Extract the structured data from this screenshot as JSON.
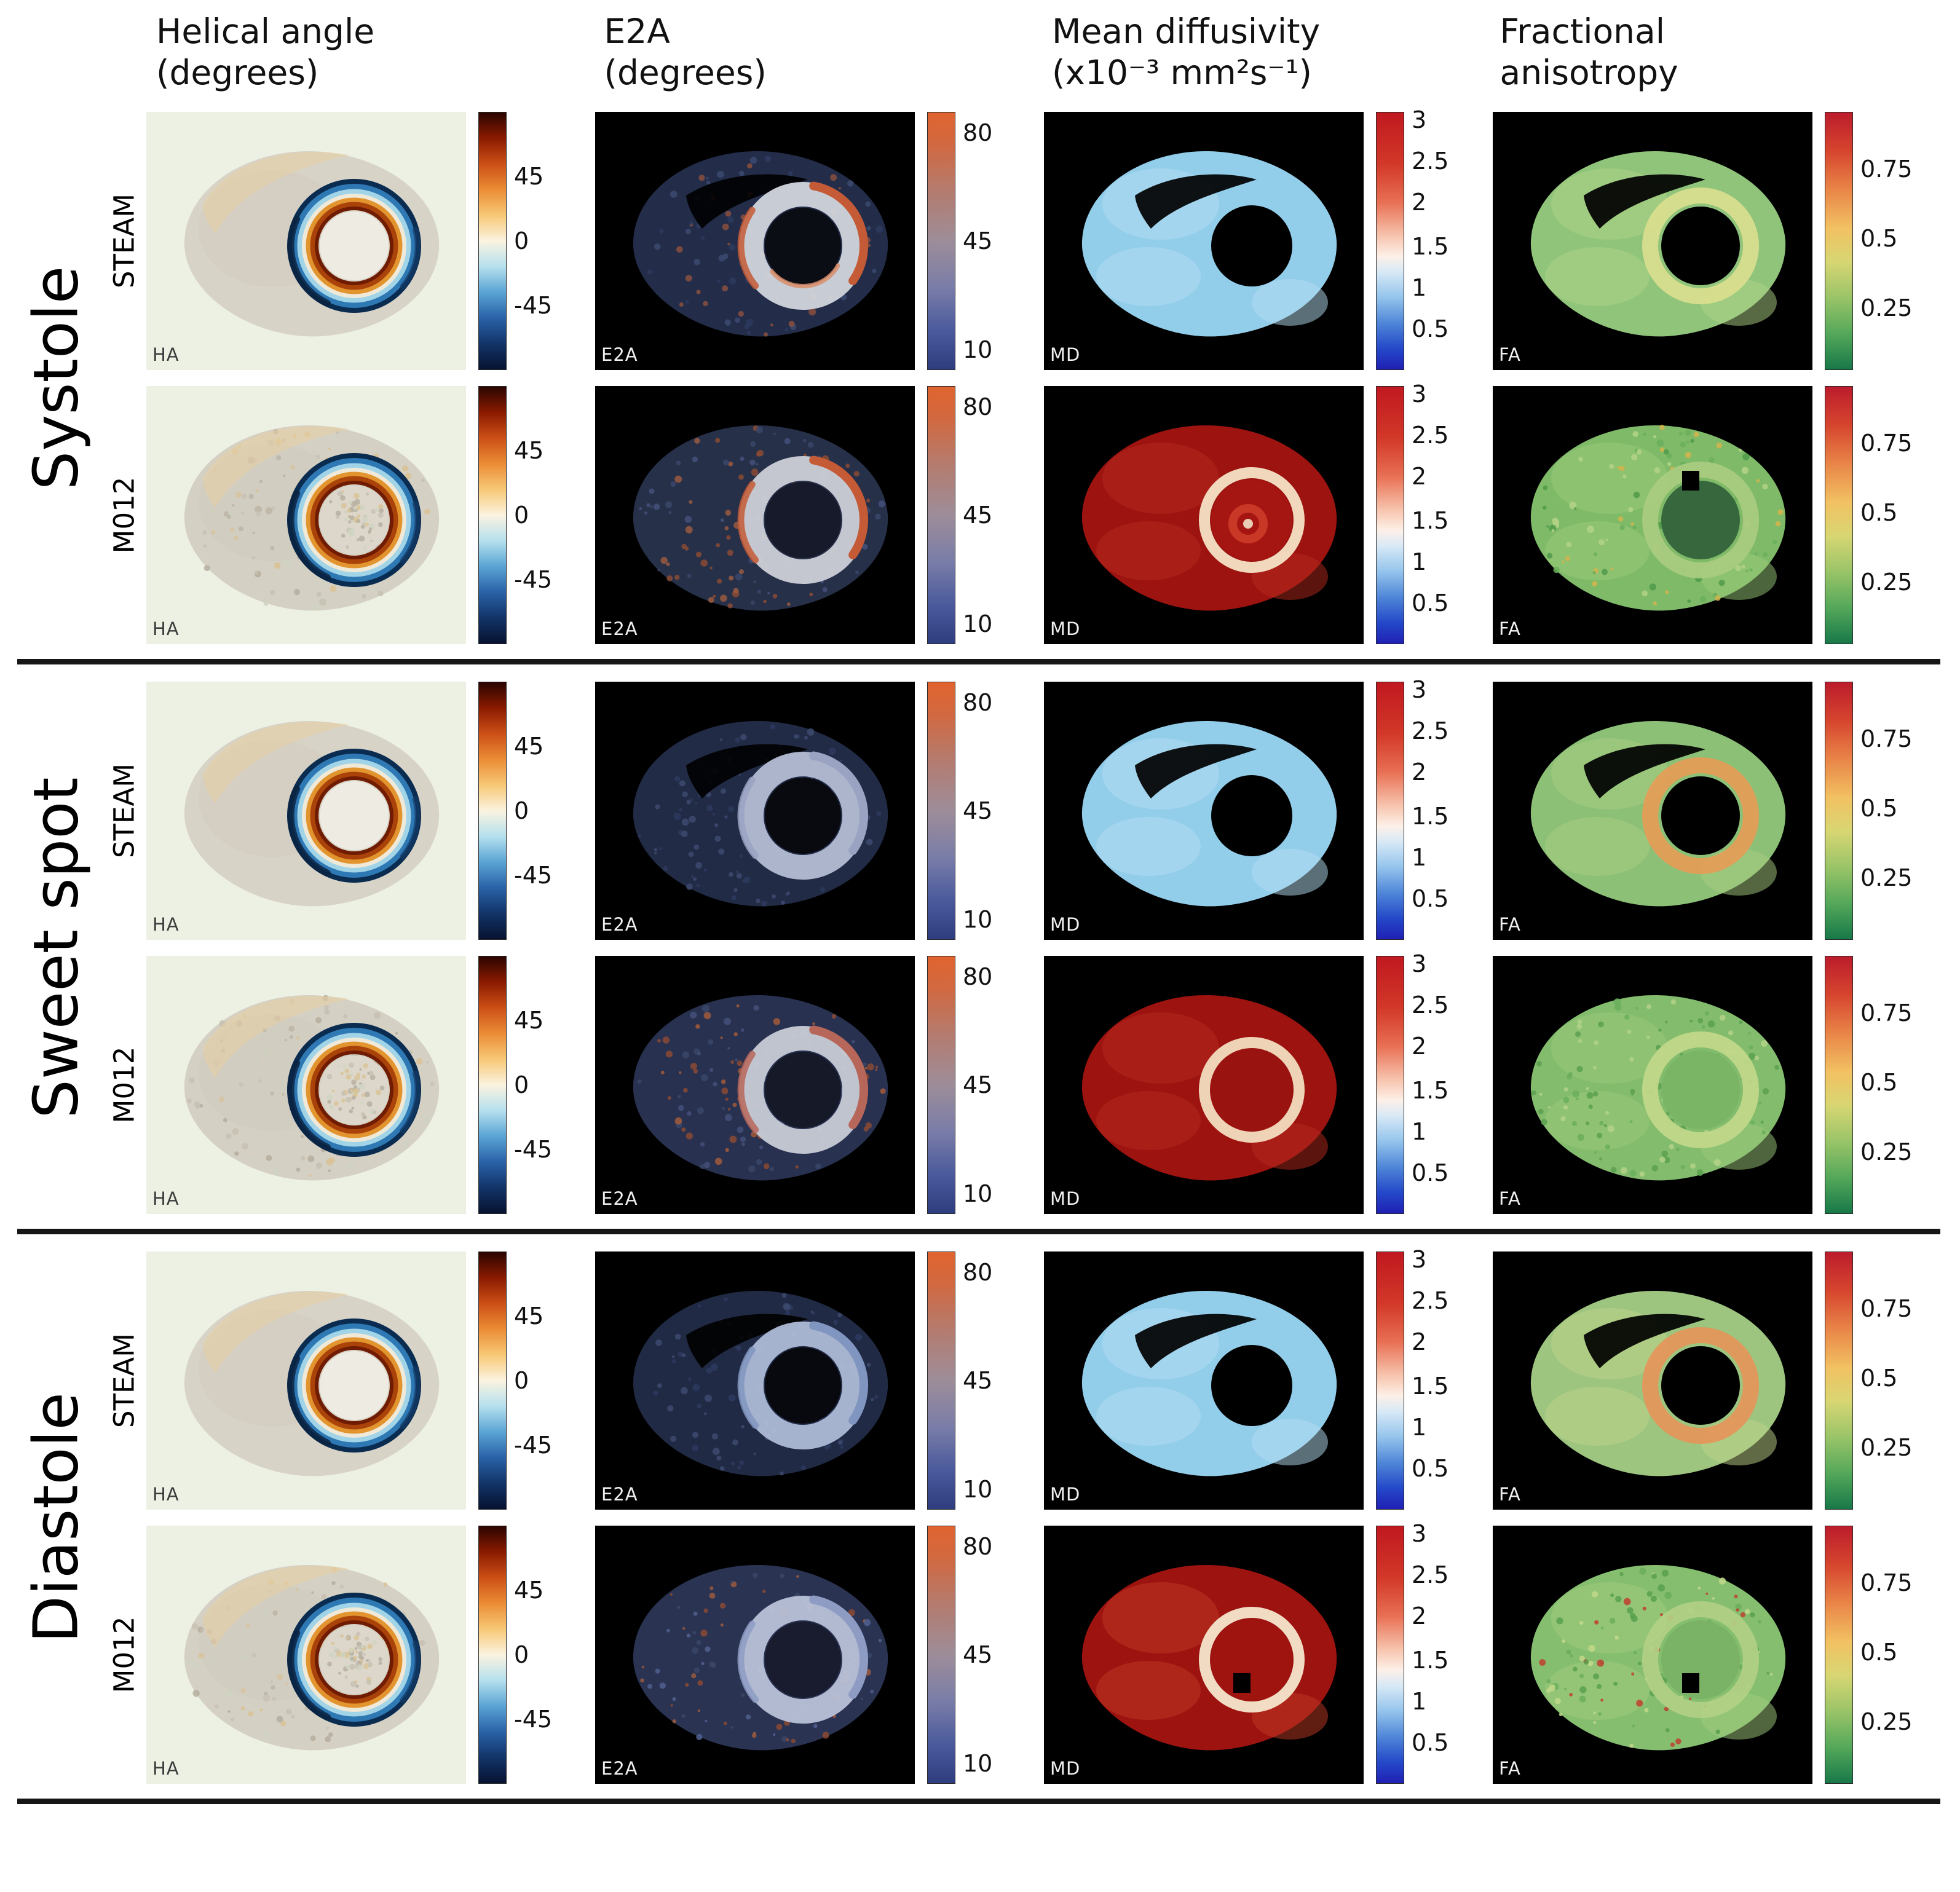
{
  "figure": {
    "columns": [
      {
        "id": "ha",
        "title_line1": "Helical angle",
        "title_line2": "(degrees)",
        "corner_label": "HA",
        "colorbar": {
          "range_note": "90 to -90",
          "ticks": [
            {
              "label": "45",
              "pos": 0.25
            },
            {
              "label": "0",
              "pos": 0.5
            },
            {
              "label": "-45",
              "pos": 0.75
            }
          ],
          "stops": [
            [
              "0%",
              "#2b0500"
            ],
            [
              "10%",
              "#8a1a00"
            ],
            [
              "20%",
              "#cc4f16"
            ],
            [
              "30%",
              "#eb8c35"
            ],
            [
              "40%",
              "#f7c876"
            ],
            [
              "50%",
              "#fbf3e0"
            ],
            [
              "60%",
              "#b5e0ee"
            ],
            [
              "70%",
              "#5aa4d4"
            ],
            [
              "80%",
              "#2a62a8"
            ],
            [
              "90%",
              "#123468"
            ],
            [
              "100%",
              "#071230"
            ]
          ]
        }
      },
      {
        "id": "e2a",
        "title_line1": "E2A",
        "title_line2": "(degrees)",
        "corner_label": "E2A",
        "colorbar": {
          "range_note": "90 to 0",
          "ticks": [
            {
              "label": "80",
              "pos": 0.08
            },
            {
              "label": "45",
              "pos": 0.5
            },
            {
              "label": "10",
              "pos": 0.92
            }
          ],
          "stops": [
            [
              "0%",
              "#e06430"
            ],
            [
              "12%",
              "#d2683f"
            ],
            [
              "30%",
              "#b57b6e"
            ],
            [
              "50%",
              "#9d8d99"
            ],
            [
              "68%",
              "#7a7da8"
            ],
            [
              "85%",
              "#4a5a9c"
            ],
            [
              "100%",
              "#2e3d7e"
            ]
          ]
        }
      },
      {
        "id": "md",
        "title_line1": "Mean diffusivity",
        "title_line2": "(x10⁻³ mm²s⁻¹)",
        "corner_label": "MD",
        "colorbar": {
          "range_note": "3 to 0",
          "ticks": [
            {
              "label": "3",
              "pos": 0.03
            },
            {
              "label": "2.5",
              "pos": 0.19
            },
            {
              "label": "2",
              "pos": 0.35
            },
            {
              "label": "1.5",
              "pos": 0.52
            },
            {
              "label": "1",
              "pos": 0.68
            },
            {
              "label": "0.5",
              "pos": 0.84
            }
          ],
          "stops": [
            [
              "0%",
              "#c01820"
            ],
            [
              "20%",
              "#d23828"
            ],
            [
              "35%",
              "#e87054"
            ],
            [
              "48%",
              "#f7c4ae"
            ],
            [
              "56%",
              "#fdf0e8"
            ],
            [
              "62%",
              "#d8e9f6"
            ],
            [
              "72%",
              "#94c4ec"
            ],
            [
              "82%",
              "#4f86d8"
            ],
            [
              "92%",
              "#2448c8"
            ],
            [
              "100%",
              "#2020b4"
            ]
          ]
        }
      },
      {
        "id": "fa",
        "title_line1": "Fractional",
        "title_line2": "anisotropy",
        "corner_label": "FA",
        "colorbar": {
          "range_note": "1 to 0",
          "ticks": [
            {
              "label": "0.75",
              "pos": 0.22
            },
            {
              "label": "0.5",
              "pos": 0.49
            },
            {
              "label": "0.25",
              "pos": 0.76
            }
          ],
          "stops": [
            [
              "0%",
              "#bc1c2c"
            ],
            [
              "15%",
              "#d6452e"
            ],
            [
              "30%",
              "#e98548"
            ],
            [
              "45%",
              "#f2c162"
            ],
            [
              "58%",
              "#d8d673"
            ],
            [
              "72%",
              "#9ac468"
            ],
            [
              "86%",
              "#55a85a"
            ],
            [
              "100%",
              "#177848"
            ]
          ]
        }
      }
    ],
    "groups": [
      {
        "label": "Systole"
      },
      {
        "label": "Sweet spot"
      },
      {
        "label": "Diastole"
      }
    ],
    "rows": [
      {
        "label": "STEAM",
        "styles": [
          "ha_clean",
          "e2a_steam_sys",
          "md_steam",
          "fa_steam_sys"
        ]
      },
      {
        "label": "M012",
        "styles": [
          "ha_noisy",
          "e2a_m012_sys",
          "md_m012_sys",
          "fa_m012_sys"
        ]
      },
      {
        "label": "STEAM",
        "styles": [
          "ha_clean",
          "e2a_steam_sweet",
          "md_steam",
          "fa_steam_sweet"
        ]
      },
      {
        "label": "M012",
        "styles": [
          "ha_noisy",
          "e2a_m012_sweet",
          "md_m012_sweet",
          "fa_m012_sweet"
        ]
      },
      {
        "label": "STEAM",
        "styles": [
          "ha_clean",
          "e2a_steam_dia",
          "md_steam",
          "fa_steam_dia"
        ]
      },
      {
        "label": "M012",
        "styles": [
          "ha_noisy",
          "e2a_m012_dia",
          "md_m012_dia",
          "fa_m012_dia"
        ]
      }
    ],
    "styles": {
      "ha_clean": {
        "bg": "#edf1e4",
        "tissue": "#d8d3c7",
        "halo": "#e7cfa3",
        "ring": [
          "#0a2c50",
          "#2e78b4",
          "#a2d4e8",
          "#f0e9d8",
          "#e2952f",
          "#aa430a",
          "#701c02"
        ],
        "cavity": "#edebe2"
      },
      "ha_noisy": {
        "bg": "#edf1e4",
        "tissue": "#d5d0c4",
        "halo": "#e7cfa3",
        "ring": [
          "#0a2c50",
          "#2e78b4",
          "#a2d4e8",
          "#f0e9d8",
          "#e2952f",
          "#aa430a",
          "#701c02"
        ],
        "cavity": "#dcd7ca",
        "speckle": [
          "#c7c1b3",
          "#b5ae9f",
          "#d9c294",
          "#cfd4c2"
        ]
      },
      "e2a_steam_sys": {
        "bg": "#000000",
        "tissue": "#232d49",
        "speckle": [
          "#2d3a5e",
          "#3c4a70",
          "#8a5040"
        ],
        "ring": "#d2d5dc",
        "accent": "#c45a36",
        "accent2": "#d98a63",
        "cavity": "#0b0d14",
        "crescent": true
      },
      "e2a_m012_sys": {
        "bg": "#000000",
        "tissue": "#273049",
        "speckle": [
          "#8a4a34",
          "#3a4668",
          "#9a5a40",
          "#44507a"
        ],
        "ring": "#ccd0d8",
        "accent": "#c45a36",
        "cavity": "#161a2a"
      },
      "e2a_steam_sweet": {
        "bg": "#000000",
        "tissue": "#222b46",
        "speckle": [
          "#2d3a5e",
          "#3c4a70"
        ],
        "ring": "#b4bdd4",
        "accent": "#9aa3c2",
        "cavity": "#090a10",
        "crescent": true
      },
      "e2a_m012_sweet": {
        "bg": "#000000",
        "tissue": "#283150",
        "speckle": [
          "#8a4a34",
          "#3a4668",
          "#a05a3a",
          "#44507a"
        ],
        "ring": "#c8ccd6",
        "accent": "#b7675a",
        "cavity": "#151928"
      },
      "e2a_steam_dia": {
        "bg": "#000000",
        "tissue": "#212a44",
        "speckle": [
          "#2d3a5e",
          "#3c4a70"
        ],
        "ring": "#aebad6",
        "accent": "#8095c0",
        "cavity": "#08090e",
        "crescent": true
      },
      "e2a_m012_dia": {
        "bg": "#000000",
        "tissue": "#2a3352",
        "speckle": [
          "#8a4a34",
          "#3a4668",
          "#50608e",
          "#9a5a40"
        ],
        "ring": "#b9c2d8",
        "accent": "#8e9cc4",
        "cavity": "#181c2e"
      },
      "md_steam": {
        "bg": "#000000",
        "tissue": "#92cdea",
        "patch": "#b6def2",
        "cavity": "#000000",
        "crescent": true
      },
      "md_m012_sys": {
        "bg": "#000000",
        "tissue": "#9c1310",
        "patch": "#b5291c",
        "ring": "#f5e3c6",
        "cavity": "#a51511",
        "donut": "#c93826"
      },
      "md_m012_sweet": {
        "bg": "#000000",
        "tissue": "#9c1310",
        "patch": "#b5291c",
        "ring": "#f3ddc0",
        "cavity": "#991310"
      },
      "md_m012_dia": {
        "bg": "#000000",
        "tissue": "#9c1310",
        "patch": "#c03a24",
        "ring": "#f5e6cc",
        "cavity": "#a01410",
        "hole": "center"
      },
      "fa_steam_sys": {
        "bg": "#000000",
        "tissue": "#8fc47a",
        "patch": "#b0d386",
        "ring": "#dade8e",
        "cavity": "#000000",
        "crescent": true
      },
      "fa_steam_sweet": {
        "bg": "#000000",
        "tissue": "#8cc076",
        "patch": "#a8ce81",
        "ring": "#e59d57",
        "cavity": "#000000",
        "crescent": true
      },
      "fa_steam_dia": {
        "bg": "#000000",
        "tissue": "#9dc57f",
        "patch": "#c0d489",
        "ring": "#e5955a",
        "cavity": "#000000",
        "crescent": true
      },
      "fa_m012_sys": {
        "bg": "#000000",
        "tissue": "#7eba68",
        "patch": "#99c978",
        "speckle": [
          "#6aae5c",
          "#b4d287",
          "#d2b44e",
          "#4f9a4a"
        ],
        "ring": "#a9cc80",
        "cavity": "#37673c",
        "hole": "top"
      },
      "fa_m012_sweet": {
        "bg": "#000000",
        "tissue": "#82bc6c",
        "patch": "#9cca7a",
        "speckle": [
          "#6aae5c",
          "#b4d287",
          "#5aa050"
        ],
        "ring": "#c2d88a",
        "cavity": "#79b565"
      },
      "fa_m012_dia": {
        "bg": "#000000",
        "tissue": "#86be70",
        "patch": "#a2cc7e",
        "speckle": [
          "#6aae5c",
          "#c2d88a",
          "#c04030",
          "#58a04e"
        ],
        "ring": "#b2d084",
        "cavity": "#7ab266",
        "hole": "center"
      }
    }
  }
}
